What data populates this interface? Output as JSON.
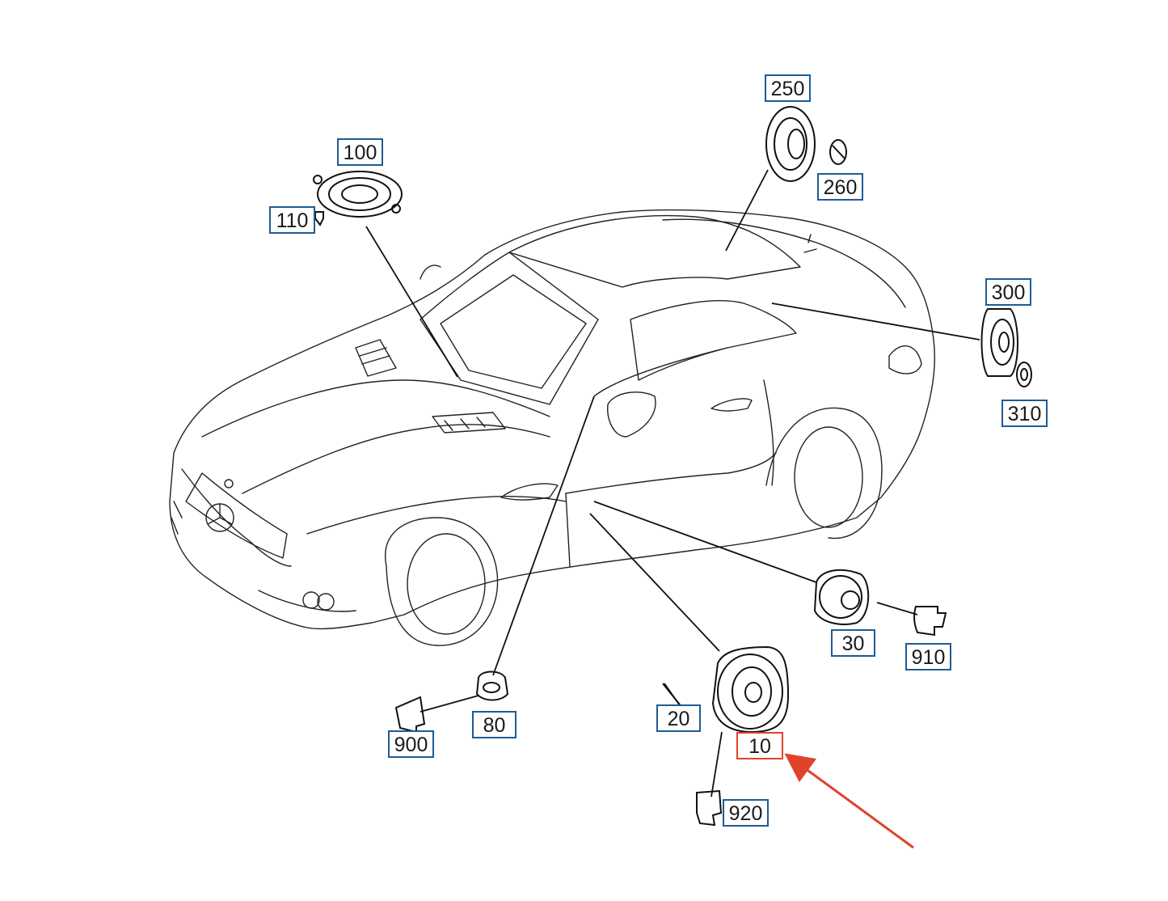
{
  "callouts": {
    "c10": "10",
    "c20": "20",
    "c30": "30",
    "c80": "80",
    "c100": "100",
    "c110": "110",
    "c250": "250",
    "c260": "260",
    "c300": "300",
    "c310": "310",
    "c900": "900",
    "c910": "910",
    "c920": "920"
  },
  "colors": {
    "label_border": "#1f5b93",
    "highlight_border": "#e0422a",
    "arrow": "#e0422a"
  },
  "highlighted_callout": "10"
}
